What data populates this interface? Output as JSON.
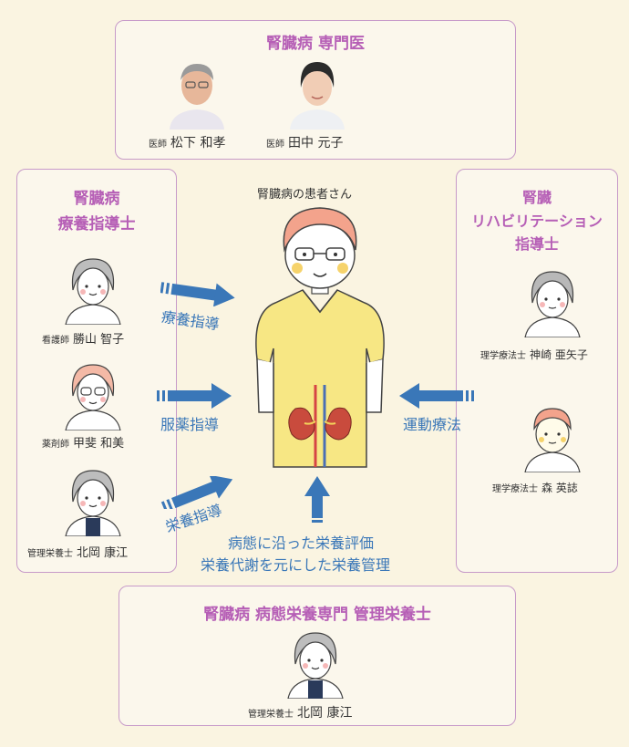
{
  "top": {
    "title": "腎臓病 専門医",
    "doctors": [
      {
        "role": "医師",
        "name": "松下 和孝"
      },
      {
        "role": "医師",
        "name": "田中 元子"
      }
    ]
  },
  "left": {
    "title_line1": "腎臓病",
    "title_line2": "療養指導士",
    "staff": [
      {
        "role": "看護師",
        "name": "勝山 智子"
      },
      {
        "role": "薬剤師",
        "name": "甲斐 和美"
      },
      {
        "role": "管理栄養士",
        "name": "北岡 康江"
      }
    ]
  },
  "right": {
    "title_line1": "腎臓",
    "title_line2": "リハビリテーション",
    "title_line3": "指導士",
    "staff": [
      {
        "role": "理学療法士",
        "name": "神崎 亜矢子"
      },
      {
        "role": "理学療法士",
        "name": "森 英誌"
      }
    ]
  },
  "center": {
    "patient_label": "腎臓病の患者さん",
    "arrows": {
      "therapy": "療養指導",
      "medication": "服薬指導",
      "nutrition": "栄養指導",
      "exercise": "運動療法"
    },
    "bottom_line1": "病態に沿った栄養評価",
    "bottom_line2": "栄養代謝を元にした栄養管理"
  },
  "bottom": {
    "title": "腎臓病 病態栄養専門 管理栄養士",
    "staff": {
      "role": "管理栄養士",
      "name": "北岡 康江"
    }
  },
  "colors": {
    "accent": "#b65fb6",
    "arrow": "#3a77b8",
    "border": "#c79ac9",
    "background": "#faf4e1"
  }
}
